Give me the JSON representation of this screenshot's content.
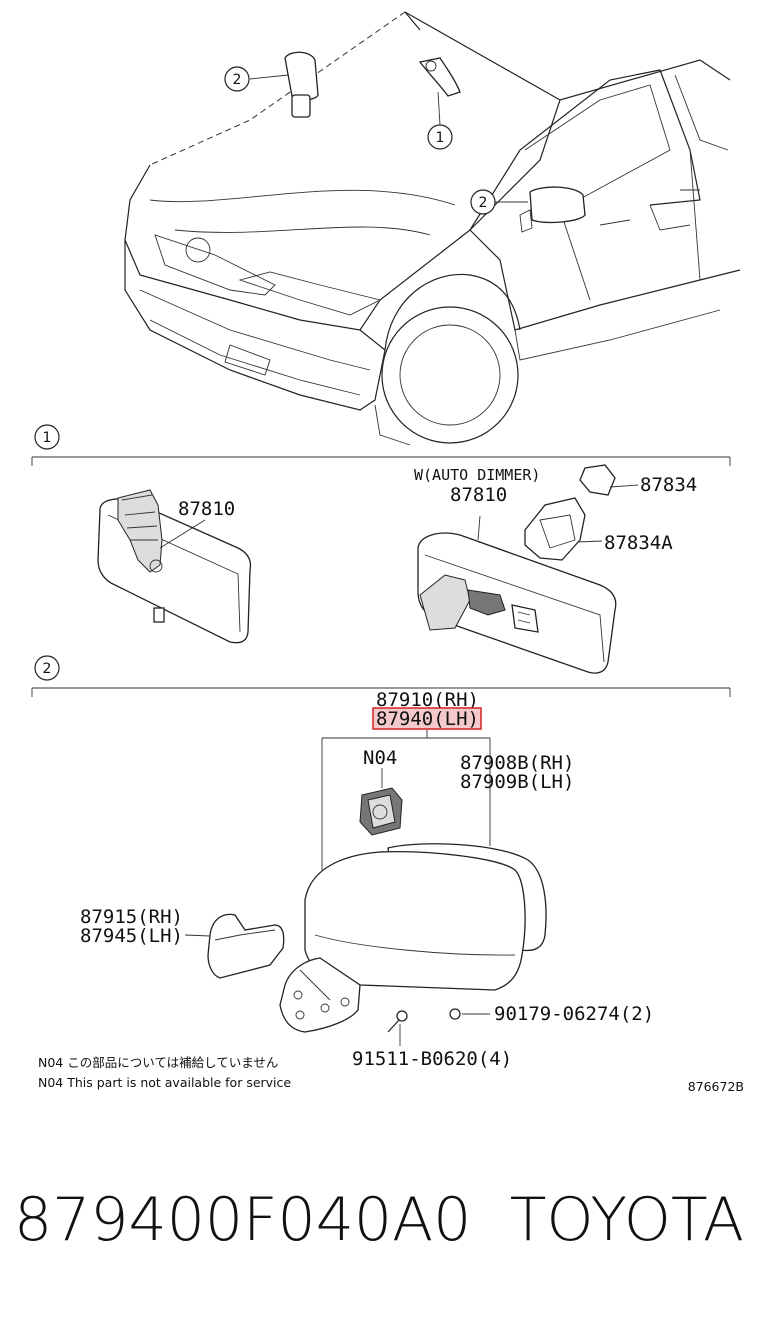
{
  "callouts": {
    "one": "1",
    "two": "2"
  },
  "section1": {
    "index": "1",
    "left_part": "87810",
    "variant": "W(AUTO DIMMER)",
    "right_part": "87810",
    "bracket": "87834",
    "bracket_a": "87834A"
  },
  "section2": {
    "index": "2",
    "assy_rh": "87910(RH)",
    "assy_lh": "87940(LH)",
    "motor": "N04",
    "cover_rh": "87908B(RH)",
    "cover_lh": "87909B(LH)",
    "base_cover_rh": "87915(RH)",
    "base_cover_lh": "87945(LH)",
    "screw": "90179-06274(2)",
    "bolt": "91511-B0620(4)"
  },
  "notes": {
    "jp": "N04 この部品については補給していません",
    "en": "N04 This part is not available for service"
  },
  "diagram_code": "876672B",
  "footer": {
    "part_number": "879400F040A0",
    "brand": "TOYOTA"
  },
  "colors": {
    "highlight_border": "#d32020",
    "highlight_fill": "#f4c9cc"
  }
}
